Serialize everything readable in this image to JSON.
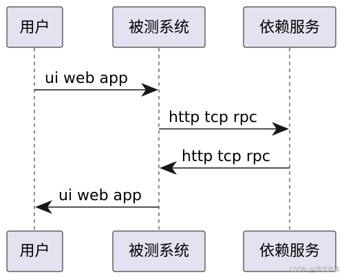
{
  "participants": [
    "用户",
    "被测系统",
    "依赖服务"
  ],
  "messages": [
    {
      "from": "用户",
      "to": "被测系统",
      "label": "ui web app"
    },
    {
      "from": "被测系统",
      "to": "依赖服务",
      "label": "http tcp rpc"
    },
    {
      "from": "依赖服务",
      "to": "被测系统",
      "label": "http tcp rpc"
    },
    {
      "from": "被测系统",
      "to": "用户",
      "label": "ui web app"
    }
  ],
  "watermark": "CSDN @测试开发"
}
